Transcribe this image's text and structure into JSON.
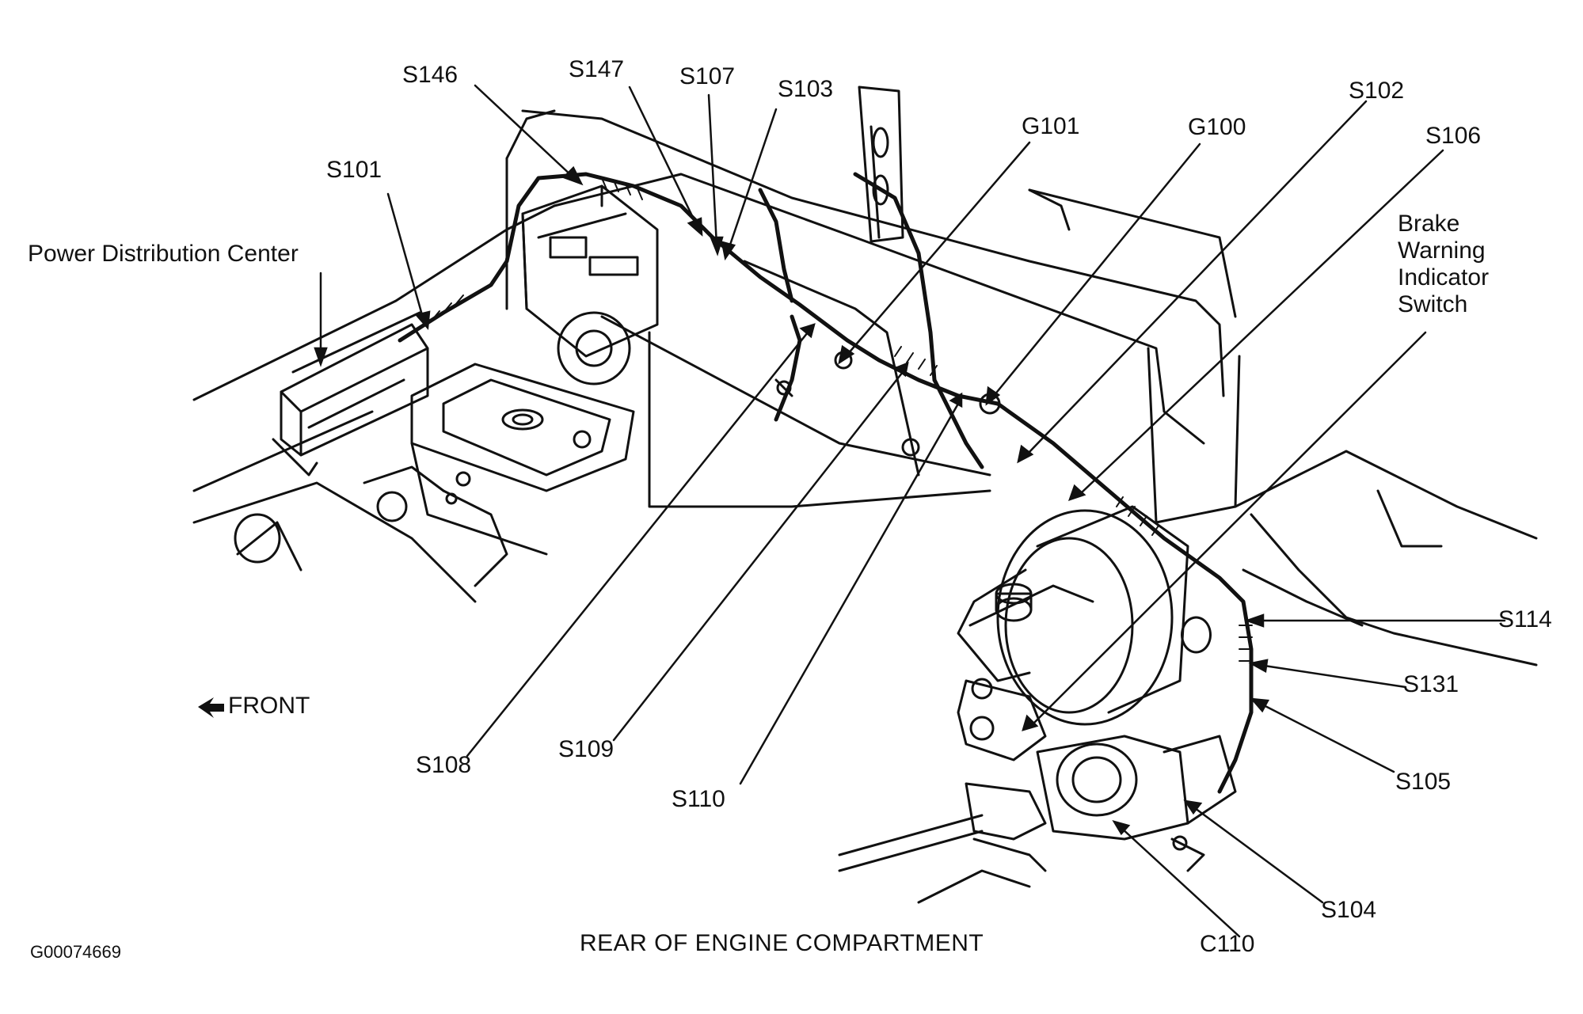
{
  "figure": {
    "caption": "REAR OF ENGINE COMPARTMENT",
    "figure_id": "G00074669",
    "orientation_label": "FRONT"
  },
  "callouts": {
    "power_distribution_center": "Power Distribution Center",
    "s101": "S101",
    "s146": "S146",
    "s147": "S147",
    "s107": "S107",
    "s103": "S103",
    "g101": "G101",
    "g100": "G100",
    "s102": "S102",
    "s106": "S106",
    "brake_warning_indicator_switch": "Brake Warning Indicator Switch",
    "s114": "S114",
    "s131": "S131",
    "s105": "S105",
    "s104": "S104",
    "c110": "C110",
    "s108": "S108",
    "s109": "S109",
    "s110": "S110"
  },
  "style": {
    "line_color": "#111111",
    "background": "#ffffff"
  }
}
